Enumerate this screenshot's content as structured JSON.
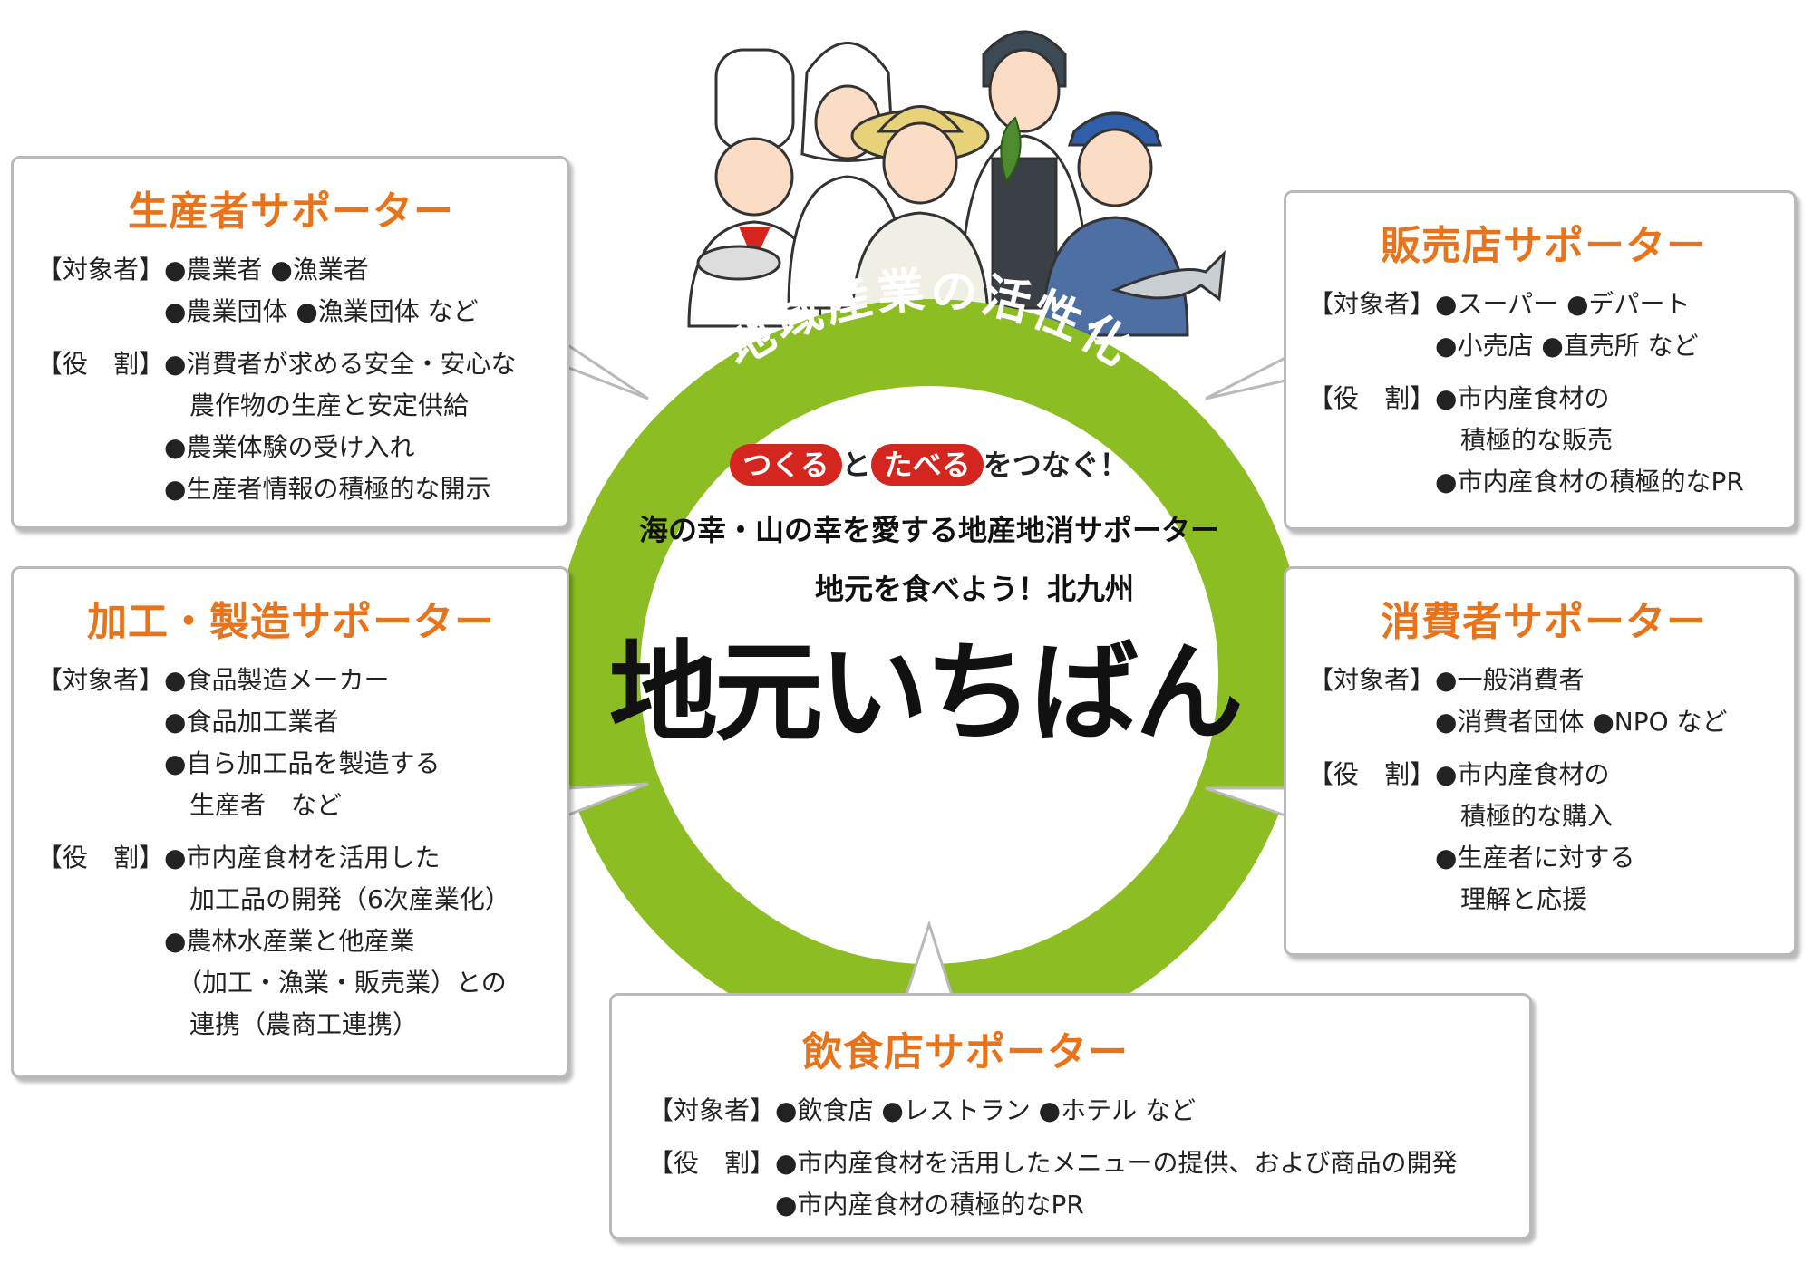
{
  "ring": {
    "arc_title": "地域産業の活性化",
    "ring_color": "#8cbe24"
  },
  "center": {
    "line1_pill1": "つくる",
    "line1_mid": "と",
    "line1_pill2": "たべる",
    "line1_end": "をつなぐ！",
    "line2": "海の幸・山の幸を愛する地産地消サポーター",
    "line3": "地元を食べよう！北九州",
    "logo": "地元いちばん"
  },
  "boxes": {
    "producer": {
      "title": "生産者サポーター",
      "target_label": "【対象者】",
      "targets": [
        "●農業者 ●漁業者",
        "●農業団体 ●漁業団体 など"
      ],
      "role_label": "【役　割】",
      "roles": [
        "●消費者が求める安全・安心な",
        "　農作物の生産と安定供給",
        "●農業体験の受け入れ",
        "●生産者情報の積極的な開示"
      ]
    },
    "processing": {
      "title": "加工・製造サポーター",
      "target_label": "【対象者】",
      "targets": [
        "●食品製造メーカー",
        "●食品加工業者",
        "●自ら加工品を製造する",
        "　生産者　など"
      ],
      "role_label": "【役　割】",
      "roles": [
        "●市内産食材を活用した",
        "　加工品の開発（6次産業化）",
        "●農林水産業と他産業",
        "　（加工・漁業・販売業）との",
        "　連携（農商工連携）"
      ]
    },
    "retail": {
      "title": "販売店サポーター",
      "target_label": "【対象者】",
      "targets": [
        "●スーパー ●デパート",
        "●小売店 ●直売所 など"
      ],
      "role_label": "【役　割】",
      "roles": [
        "●市内産食材の",
        "　積極的な販売",
        "●市内産食材の積極的なPR"
      ]
    },
    "consumer": {
      "title": "消費者サポーター",
      "target_label": "【対象者】",
      "targets": [
        "●一般消費者",
        "●消費者団体 ●NPO など"
      ],
      "role_label": "【役　割】",
      "roles": [
        "●市内産食材の",
        "　積極的な購入",
        "●生産者に対する",
        "　理解と応援"
      ]
    },
    "restaurant": {
      "title": "飲食店サポーター",
      "target_label": "【対象者】",
      "targets": [
        "●飲食店 ●レストラン ●ホテル など"
      ],
      "role_label": "【役　割】",
      "roles": [
        "●市内産食材を活用したメニューの提供、および商品の開発",
        "●市内産食材の積極的なPR"
      ]
    }
  }
}
